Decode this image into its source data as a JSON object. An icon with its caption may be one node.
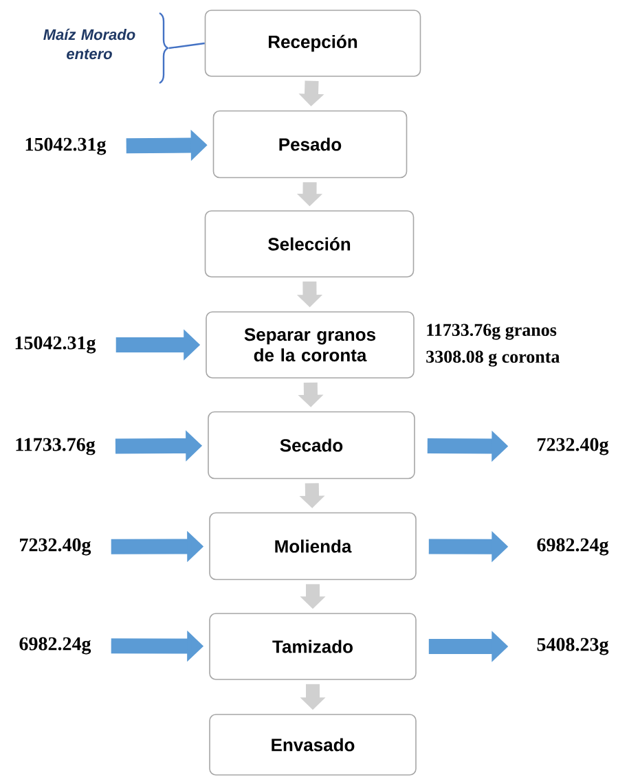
{
  "diagram": {
    "nodes": [
      {
        "text": [
          "Recepción"
        ]
      },
      {
        "text": [
          "15042.31g"
        ]
      },
      {
        "text": [
          "Pesado"
        ]
      },
      {
        "text": [
          "Selección"
        ]
      },
      {
        "text": [
          "15042.31g"
        ]
      },
      {
        "text": [
          "Separar granos de la coronta"
        ],
        "beside": [
          "11733.76g granos",
          "3308.08 g coronta"
        ]
      },
      {
        "text": [
          "11733.76g"
        ]
      },
      {
        "text": [
          "Secado"
        ]
      },
      {
        "text": [
          "7232.40g"
        ]
      },
      {
        "text": [
          "7232.40g"
        ]
      },
      {
        "text": [
          "Molienda"
        ]
      },
      {
        "text": [
          "6982.24g"
        ]
      },
      {
        "text": [
          "6982.24g"
        ]
      },
      {
        "text": [
          "Tamizado"
        ]
      },
      {
        "text": [
          "5408.23g"
        ]
      },
      {
        "text": [
          "Envasado"
        ]
      }
    ],
    "edges": [
      {
        "from": 0,
        "to": 2,
        "arrow": "to",
        "color": "#d0d0d0"
      },
      {
        "from": 1,
        "to": 2,
        "arrow": "to"
      },
      {
        "from": 2,
        "to": 3,
        "arrow": "to",
        "color": "#d0d0d0"
      },
      {
        "from": 3,
        "to": 5,
        "arrow": "to",
        "color": "#d0d0d0"
      },
      {
        "from": 4,
        "to": 5,
        "arrow": "to"
      },
      {
        "from": 5,
        "to": 7,
        "arrow": "to",
        "color": "#d0d0d0"
      },
      {
        "from": 6,
        "to": 7,
        "arrow": "to"
      },
      {
        "from": 7,
        "to": 8,
        "arrow": "to"
      },
      {
        "from": 7,
        "to": 10,
        "arrow": "to",
        "color": "#d0d0d0"
      },
      {
        "from": 9,
        "to": 10,
        "arrow": "to"
      },
      {
        "from": 10,
        "to": 11,
        "arrow": "to"
      },
      {
        "from": 10,
        "to": 13,
        "arrow": "to",
        "color": "#d0d0d0"
      },
      {
        "from": 12,
        "to": 13,
        "arrow": "to"
      },
      {
        "from": 13,
        "to": 14,
        "arrow": "to"
      },
      {
        "from": 13,
        "to": 15,
        "arrow": "to",
        "color": "#d0d0d0"
      }
    ],
    "labels": [
      "Maíz Morado entero"
    ]
  }
}
